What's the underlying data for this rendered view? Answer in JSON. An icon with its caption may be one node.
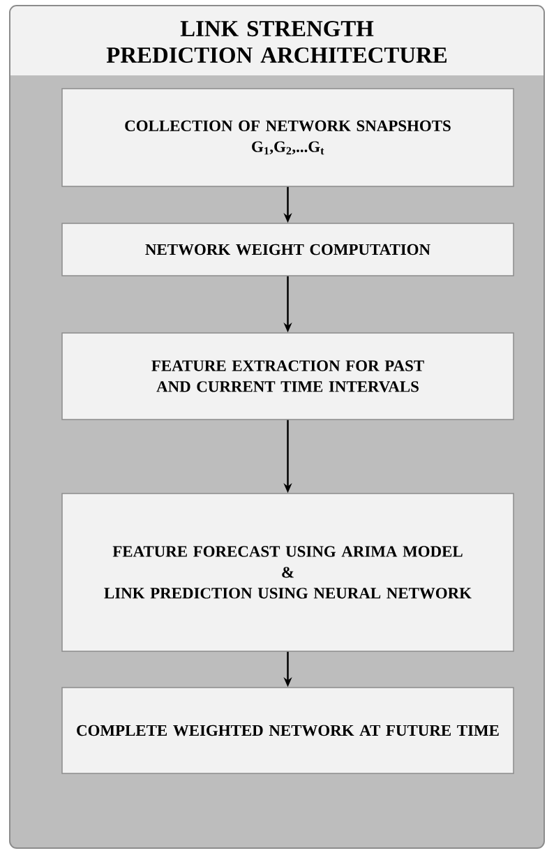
{
  "diagram": {
    "nodes": [
      {
        "text": [
          "LINK STRENGTH PREDICTION ARCHITECTURE"
        ]
      },
      {
        "text": [
          "COLLECTION OF NETWORK SNAPSHOTS",
          "G$_{1}$,G$_{2}$,...G$_{t}$"
        ],
        "in": 0
      },
      {
        "text": [
          "NETWORK WEIGHT COMPUTATION"
        ],
        "in": 0
      },
      {
        "text": [
          "FEATURE EXTRACTION FOR PAST AND CURRENT TIME INTERVALS"
        ],
        "in": 0
      },
      {
        "text": [
          "FEATURE FORECAST USING ARIMA MODEL",
          "&",
          "LINK PREDICTION USING NEURAL NETWORK"
        ],
        "in": 0
      },
      {
        "text": [
          "COMPLETE WEIGHTED NETWORK AT FUTURE TIME"
        ],
        "in": 0
      }
    ],
    "edges": [
      {
        "from": 1,
        "to": 2,
        "arrow": "to"
      },
      {
        "from": 2,
        "to": 3,
        "arrow": "to"
      },
      {
        "from": 3,
        "to": 4,
        "arrow": "to"
      },
      {
        "from": 4,
        "to": 5,
        "arrow": "to"
      }
    ]
  }
}
